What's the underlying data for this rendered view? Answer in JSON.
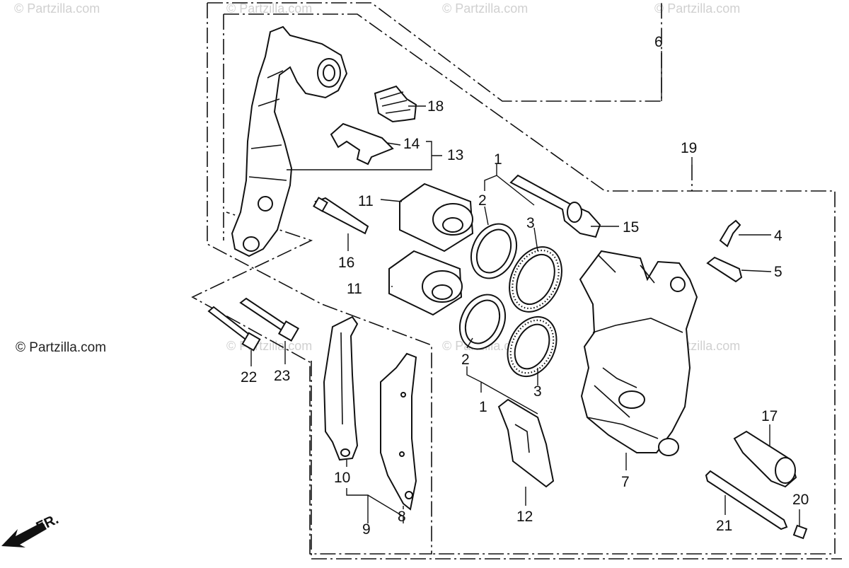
{
  "watermarks": {
    "top_1": "© Partzilla.com",
    "top_2": "© Partzilla.com",
    "top_3": "© Partzilla.com",
    "top_4": "© Partzilla.com",
    "mid_1": "© Partzilla.com",
    "mid_2": "© Partzilla.com",
    "mid_3": "© Partzilla.com",
    "side": "© Partzilla.com"
  },
  "direction": {
    "label": "FR."
  },
  "callouts": {
    "c1a": "1",
    "c1b": "1",
    "c2a": "2",
    "c2b": "2",
    "c3a": "3",
    "c3b": "3",
    "c4": "4",
    "c5": "5",
    "c6": "6",
    "c7": "7",
    "c8": "8",
    "c9": "9",
    "c10": "10",
    "c11a": "11",
    "c11b": "11",
    "c12": "12",
    "c13": "13",
    "c14": "14",
    "c15": "15",
    "c16": "16",
    "c17": "17",
    "c18": "18",
    "c19": "19",
    "c20": "20",
    "c21": "21",
    "c22": "22",
    "c23": "23"
  }
}
